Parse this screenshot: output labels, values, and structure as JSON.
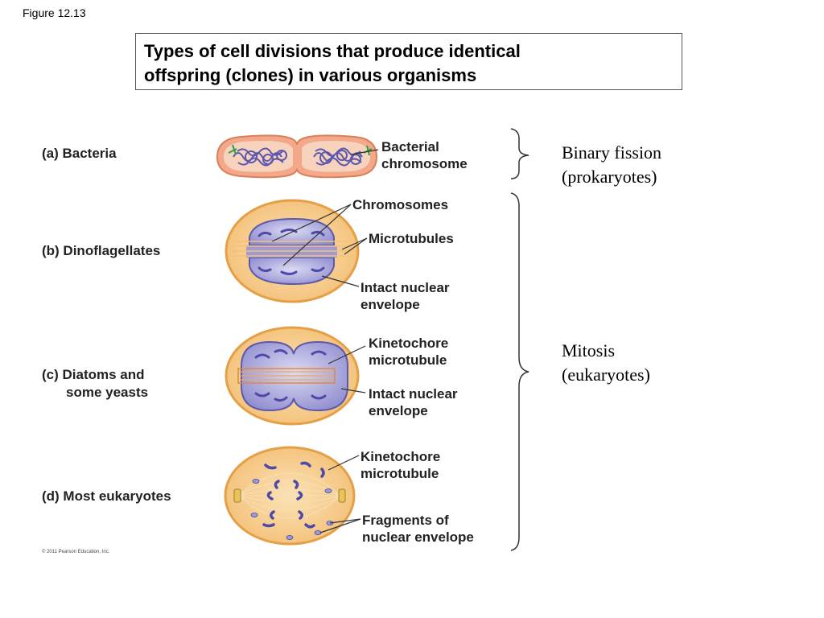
{
  "figure_label": "Figure 12.13",
  "title": [
    "Types of cell divisions that produce identical",
    "offspring (clones) in various organisms"
  ],
  "rows": {
    "a": "(a) Bacteria",
    "b": "(b) Dinoflagellates",
    "c": [
      "(c) Diatoms and",
      "some yeasts"
    ],
    "d": "(d) Most eukaryotes"
  },
  "callouts": {
    "bacterial_chromosome": [
      "Bacterial",
      "chromosome"
    ],
    "chromosomes": "Chromosomes",
    "microtubules": "Microtubules",
    "intact_envelope_b": [
      "Intact nuclear",
      "envelope"
    ],
    "kinetochore_c": [
      "Kinetochore",
      "microtubule"
    ],
    "intact_envelope_c": [
      "Intact nuclear",
      "envelope"
    ],
    "kinetochore_d": [
      "Kinetochore",
      "microtubule"
    ],
    "fragments": [
      "Fragments of",
      "nuclear envelope"
    ]
  },
  "groups": {
    "binary": [
      "Binary fission",
      "(prokaryotes)"
    ],
    "mitosis": [
      "Mitosis",
      "(eukaryotes)"
    ]
  },
  "copyright": "© 2011 Pearson Education, Inc.",
  "colors": {
    "cell_fill": "#f5c98a",
    "cell_edge": "#e59f45",
    "bacteria_fill": "#f0a888",
    "nucleus": "#9a98d4",
    "chromosome": "#4f4aa8",
    "microtubule": "#f2b868",
    "leader": "#333333"
  }
}
